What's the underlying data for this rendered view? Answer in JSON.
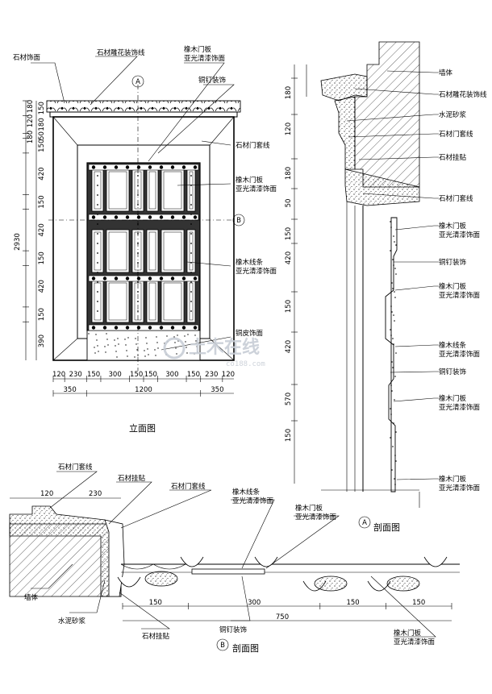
{
  "titles": {
    "elevation": "立面图",
    "section_a": "剖面图",
    "section_b": "剖面图",
    "marker_a": "A",
    "marker_b": "B"
  },
  "elevation_labels": {
    "stone_veneer": "石材饰面",
    "stone_carved_line": "石材雕花装饰线",
    "copper_nail": "铜钉装饰",
    "oak_panel_1": "橡木门板",
    "oak_panel_1b": "亚光清漆饰面",
    "stone_frame_line": "石材门套线",
    "oak_panel_2": "橡木门板",
    "oak_panel_2b": "亚光清漆饰面",
    "oak_strip": "橡木线条",
    "oak_strip_b": "亚光清漆饰面",
    "copper_skin": "铜皮饰面"
  },
  "elevation_dims": {
    "left_top": [
      "180",
      "120",
      "180"
    ],
    "left_col": [
      "150",
      "180",
      "50",
      "150",
      "420",
      "150",
      "420",
      "150",
      "420",
      "150",
      "390"
    ],
    "total_height": "2930",
    "bottom_row1": [
      "120",
      "230",
      "150",
      "300",
      "150",
      "150",
      "300",
      "150",
      "230",
      "120"
    ],
    "bottom_row2": [
      "350",
      "1200",
      "350"
    ]
  },
  "section_a_labels": [
    "墙体",
    "石材雕花装饰线",
    "水泥砂浆",
    "石材门套线",
    "石材挂贴",
    "石材门套线",
    "橡木门板",
    "亚光清漆饰面",
    "铜钉装饰",
    "橡木门板",
    "亚光清漆饰面",
    "橡木线条",
    "亚光清漆饰面",
    "铜钉装饰",
    "橡木门板",
    "亚光清漆饰面",
    "橡木门板",
    "亚光清漆饰面"
  ],
  "section_a_dims": [
    "180",
    "120",
    "180",
    "50",
    "150",
    "420",
    "150",
    "420",
    "570",
    "150"
  ],
  "section_b_labels": {
    "frame_line_1": "石材门套线",
    "hanging_1": "石材挂贴",
    "frame_line_2": "石材门套线",
    "oak_strip": "橡木线条",
    "oak_strip_b": "亚光清漆饰面",
    "oak_panel": "橡木门板",
    "oak_panel_b": "亚光清漆饰面",
    "wall": "墙体",
    "mortar": "水泥砂浆",
    "hanging_2": "石材挂贴",
    "copper_nail": "铜钉装饰",
    "oak_panel_2": "橡木门板",
    "oak_panel_2b": "亚光清漆饰面"
  },
  "section_b_dims": {
    "top": [
      "120",
      "230"
    ],
    "bottom": [
      "150",
      "300",
      "150",
      "150"
    ],
    "total": "750"
  },
  "watermark": {
    "text": "土木在线",
    "sub": "co188.com"
  }
}
